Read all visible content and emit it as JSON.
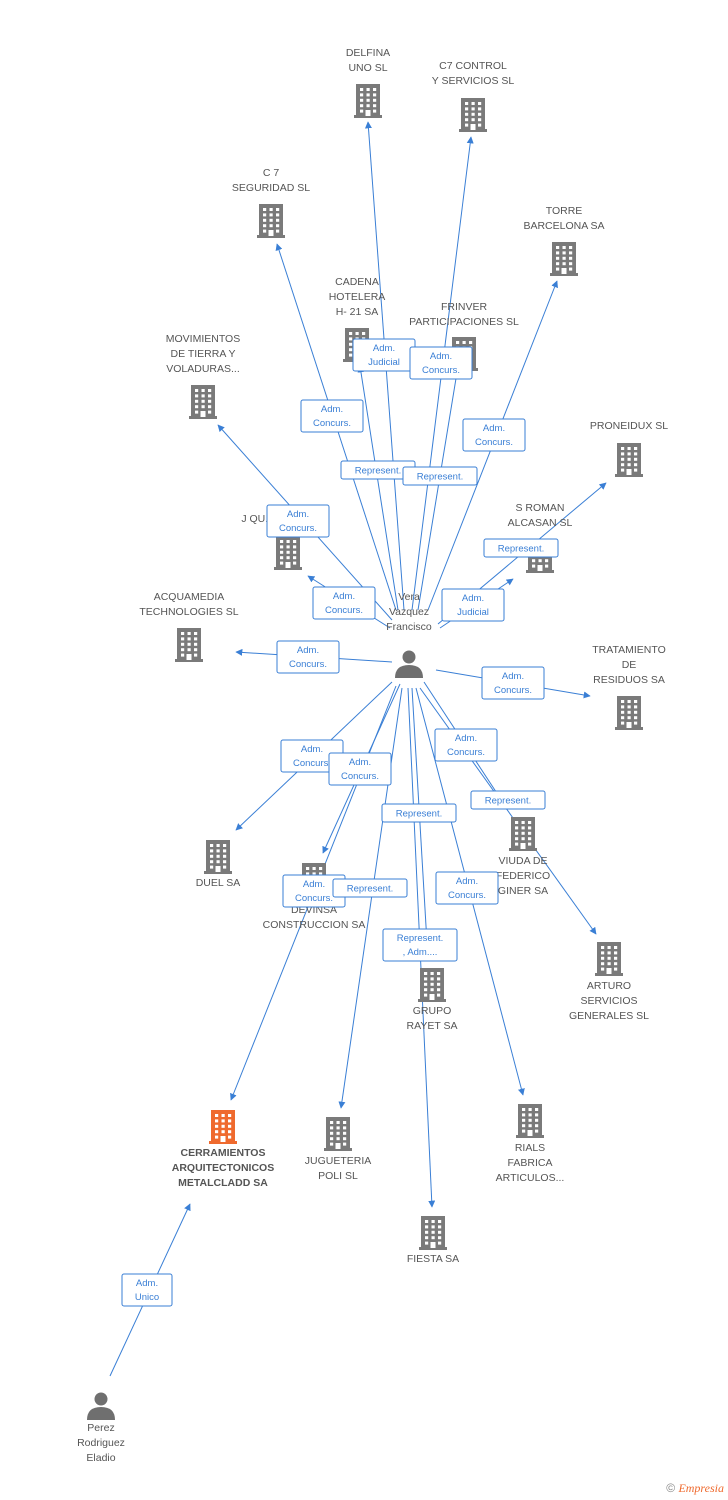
{
  "colors": {
    "edge": "#3a7fd5",
    "building": "#7a7a7a",
    "focus_building": "#ef6a2e",
    "person": "#6f6f6f",
    "label": "#555555"
  },
  "nodes": {
    "delfina": {
      "type": "company",
      "lines": [
        "DELFINA",
        "UNO SL"
      ]
    },
    "c7control": {
      "type": "company",
      "lines": [
        "C7 CONTROL",
        "Y SERVICIOS SL"
      ]
    },
    "c7seg": {
      "type": "company",
      "lines": [
        "C 7",
        "SEGURIDAD SL"
      ]
    },
    "torre": {
      "type": "company",
      "lines": [
        "TORRE",
        "BARCELONA SA"
      ]
    },
    "cadena": {
      "type": "company",
      "lines": [
        "CADENA",
        "HOTELERA",
        "H- 21 SA"
      ]
    },
    "frinver": {
      "type": "company",
      "lines": [
        "FRINVER",
        "PARTICIPACIONES SL"
      ]
    },
    "movimientos": {
      "type": "company",
      "lines": [
        "MOVIMIENTOS",
        "DE TIERRA Y",
        "VOLADURAS..."
      ]
    },
    "proneidux": {
      "type": "company",
      "lines": [
        "PRONEIDUX  SL"
      ]
    },
    "jq": {
      "type": "company",
      "lines": [
        "J QU..."
      ]
    },
    "sroman": {
      "type": "company",
      "lines": [
        "S ROMAN",
        "ALCASAN SL"
      ]
    },
    "acquamedia": {
      "type": "company",
      "lines": [
        "ACQUAMEDIA",
        "TECHNOLOGIES SL"
      ]
    },
    "tratamiento": {
      "type": "company",
      "lines": [
        "TRATAMIENTO",
        "DE",
        "RESIDUOS SA"
      ]
    },
    "duel": {
      "type": "company",
      "lines": [
        "DUEL SA"
      ]
    },
    "devinsa": {
      "type": "company",
      "lines": [
        "DEVINSA",
        "CONSTRUCCION SA"
      ]
    },
    "viuda": {
      "type": "company",
      "lines": [
        "VIUDA DE",
        "FEDERICO",
        "GINER SA"
      ]
    },
    "arturo": {
      "type": "company",
      "lines": [
        "ARTURO",
        "SERVICIOS",
        "GENERALES SL"
      ]
    },
    "grupo": {
      "type": "company",
      "lines": [
        "GRUPO",
        "RAYET SA"
      ]
    },
    "cerramientos": {
      "type": "focus",
      "lines": [
        "CERRAMIENTOS",
        "ARQUITECTONICOS",
        "METALCLADD SA"
      ]
    },
    "jugueteria": {
      "type": "company",
      "lines": [
        "JUGUETERIA",
        "POLI SL"
      ]
    },
    "rials": {
      "type": "company",
      "lines": [
        "RIALS",
        "FABRICA",
        "ARTICULOS..."
      ]
    },
    "fiesta": {
      "type": "company",
      "lines": [
        "FIESTA SA"
      ]
    },
    "vera": {
      "type": "person",
      "lines": [
        "Vera",
        "Vazquez",
        "Francisco"
      ]
    },
    "perez": {
      "type": "person",
      "lines": [
        "Perez",
        "Rodriguez",
        "Eladio"
      ]
    }
  },
  "edges": [
    {
      "from": "vera",
      "to": "delfina",
      "label": [
        "Adm.",
        "Judicial"
      ]
    },
    {
      "from": "vera",
      "to": "c7control",
      "label": [
        "Adm.",
        "Concurs."
      ]
    },
    {
      "from": "vera",
      "to": "c7seg",
      "label": [
        "Adm.",
        "Concurs."
      ]
    },
    {
      "from": "vera",
      "to": "cadena",
      "label": [
        "Represent."
      ]
    },
    {
      "from": "vera",
      "to": "frinver",
      "label": [
        "Represent."
      ]
    },
    {
      "from": "vera",
      "to": "torre",
      "label": [
        "Adm.",
        "Concurs."
      ]
    },
    {
      "from": "vera",
      "to": "movimientos",
      "label": [
        "Adm.",
        "Concurs."
      ]
    },
    {
      "from": "vera",
      "to": "proneidux",
      "label": [
        "Represent."
      ]
    },
    {
      "from": "vera",
      "to": "jq",
      "label": [
        "Adm.",
        "Concurs."
      ]
    },
    {
      "from": "vera",
      "to": "sroman",
      "label": [
        "Adm.",
        "Judicial"
      ]
    },
    {
      "from": "vera",
      "to": "acquamedia",
      "label": [
        "Adm.",
        "Concurs."
      ]
    },
    {
      "from": "vera",
      "to": "tratamiento",
      "label": [
        "Adm.",
        "Concurs."
      ]
    },
    {
      "from": "vera",
      "to": "duel",
      "label": [
        "Adm.",
        "Concurs."
      ]
    },
    {
      "from": "vera",
      "to": "devinsa",
      "label": [
        "Adm.",
        "Concurs."
      ]
    },
    {
      "from": "vera",
      "to": "viuda",
      "label": [
        "Adm.",
        "Concurs."
      ]
    },
    {
      "from": "vera",
      "to": "arturo",
      "label": [
        "Represent."
      ]
    },
    {
      "from": "vera",
      "to": "grupo",
      "label": [
        "Represent."
      ]
    },
    {
      "from": "vera",
      "to": "cerramientos",
      "label": [
        "Adm.",
        "Concurs."
      ]
    },
    {
      "from": "vera",
      "to": "jugueteria",
      "label": [
        "Represent."
      ]
    },
    {
      "from": "vera",
      "to": "rials",
      "label": [
        "Adm.",
        "Concurs."
      ]
    },
    {
      "from": "vera",
      "to": "fiesta",
      "label": [
        "Represent.",
        ", Adm...."
      ]
    },
    {
      "from": "perez",
      "to": "cerramientos",
      "label": [
        "Adm.",
        "Unico"
      ]
    }
  ],
  "footer": {
    "copyright": "©",
    "brand": "Empresia"
  }
}
